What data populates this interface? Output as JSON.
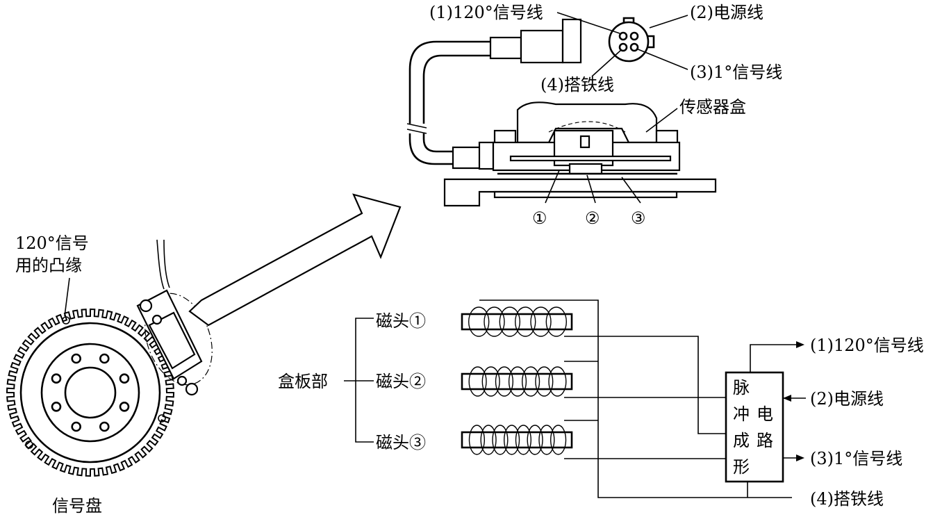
{
  "labels": {
    "sig120_line": "(1)120°信号线",
    "power_line": "(2)电源线",
    "sig1_line": "(3)1°信号线",
    "ground_line": "(4)搭铁线",
    "sensor_box": "传感器盒",
    "num1": "①",
    "num2": "②",
    "num3": "③",
    "flange_line1": "120°信号",
    "flange_line2": "用的凸缘",
    "signal_disc": "信号盘",
    "box_board": "盒板部",
    "head1": "磁头①",
    "head2": "磁头②",
    "head3": "磁头③",
    "circuit_chars": [
      "脉",
      "冲",
      "电",
      "成",
      "路",
      "形"
    ],
    "out_sig120": "(1)120°信号线",
    "out_power": "(2)电源线",
    "out_sig1": "(3)1°信号线",
    "out_ground": "(4)搭铁线"
  }
}
